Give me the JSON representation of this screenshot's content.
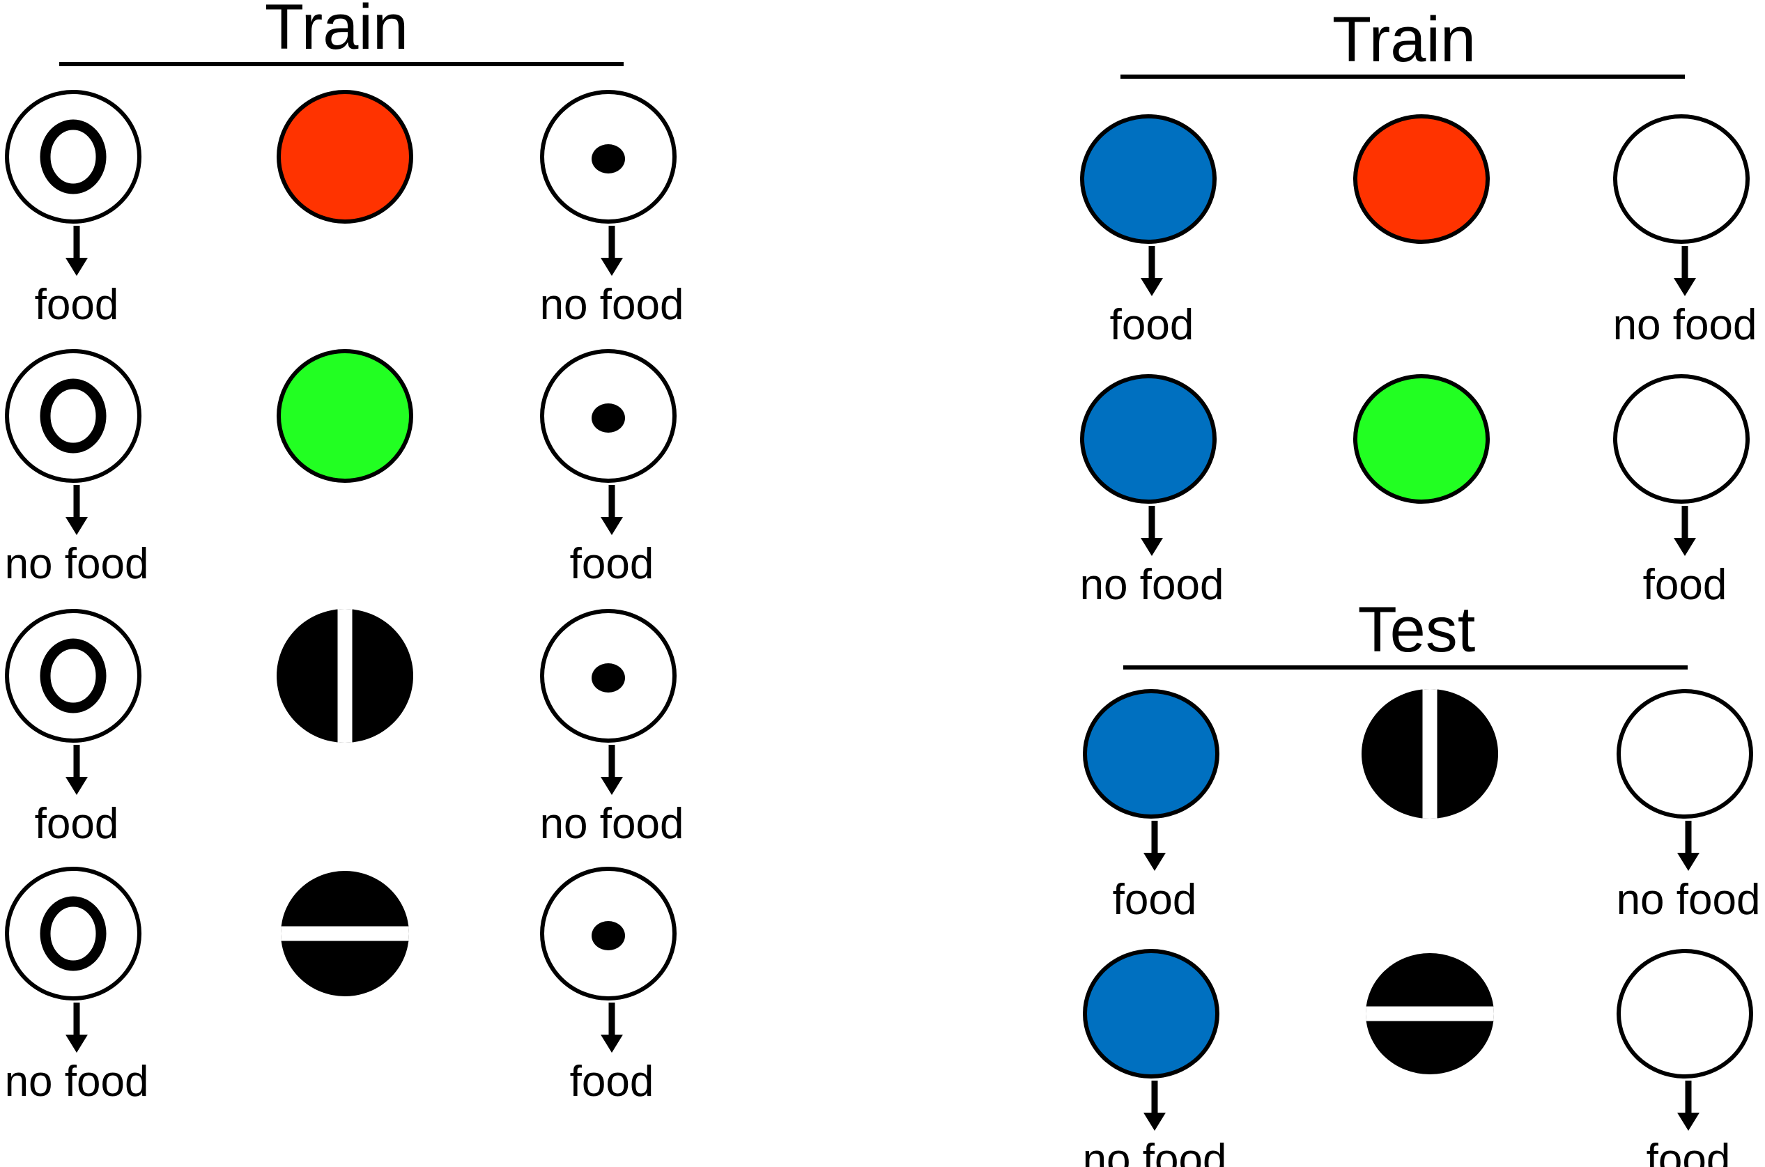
{
  "panels": [
    {
      "id": "left",
      "heading": "Train",
      "rows": [
        {
          "stimuli": [
            "ring",
            "red",
            "dot"
          ],
          "outcomes": [
            "food",
            null,
            "no food"
          ]
        },
        {
          "stimuli": [
            "ring",
            "green",
            "dot"
          ],
          "outcomes": [
            "no food",
            null,
            "food"
          ]
        },
        {
          "stimuli": [
            "ring",
            "vertical-bar",
            "dot"
          ],
          "outcomes": [
            "food",
            null,
            "no food"
          ]
        },
        {
          "stimuli": [
            "ring",
            "horizontal-bar",
            "dot"
          ],
          "outcomes": [
            "no food",
            null,
            "food"
          ]
        }
      ]
    },
    {
      "id": "right-train",
      "heading": "Train",
      "rows": [
        {
          "stimuli": [
            "blue",
            "red",
            "white"
          ],
          "outcomes": [
            "food",
            null,
            "no food"
          ]
        },
        {
          "stimuli": [
            "blue",
            "green",
            "white"
          ],
          "outcomes": [
            "no food",
            null,
            "food"
          ]
        }
      ]
    },
    {
      "id": "right-test",
      "heading": "Test",
      "rows": [
        {
          "stimuli": [
            "blue",
            "vertical-bar",
            "white"
          ],
          "outcomes": [
            "food",
            null,
            "no food"
          ]
        },
        {
          "stimuli": [
            "blue",
            "horizontal-bar",
            "white"
          ],
          "outcomes": [
            "no food",
            null,
            "food"
          ]
        }
      ]
    }
  ],
  "colors": {
    "red": "#ff3300",
    "green": "#22ff22",
    "blue": "#0070c0",
    "white": "#ffffff",
    "black": "#000000"
  }
}
